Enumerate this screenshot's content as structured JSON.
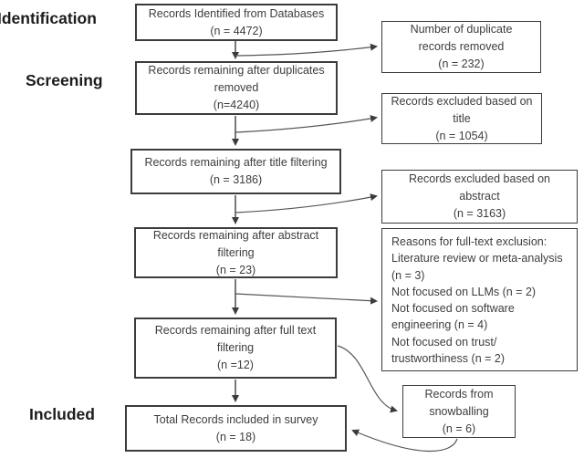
{
  "stages": {
    "identification": "Identification",
    "screening": "Screening",
    "included": "Included"
  },
  "boxes": {
    "identified": {
      "lines": [
        "Records Identified from Databases",
        "(n = 4472)"
      ]
    },
    "after_duplicates": {
      "lines": [
        "Records remaining after duplicates",
        "removed",
        "(n=4240)"
      ]
    },
    "after_title": {
      "lines": [
        "Records remaining after title filtering",
        "(n = 3186)"
      ]
    },
    "after_abstract": {
      "lines": [
        "Records remaining after abstract",
        "filtering",
        "(n = 23)"
      ]
    },
    "after_fulltext": {
      "lines": [
        "Records remaining after full text",
        "filtering",
        "(n =12)"
      ]
    },
    "total_included": {
      "lines": [
        "Total Records included in survey",
        "(n = 18)"
      ]
    },
    "duplicates_removed": {
      "lines": [
        "Number of duplicate",
        "records removed",
        "(n = 232)"
      ]
    },
    "excluded_title": {
      "lines": [
        "Records excluded based on",
        "title",
        "(n = 1054)"
      ]
    },
    "excluded_abstract": {
      "lines": [
        "Records excluded based on",
        "abstract",
        "(n = 3163)"
      ]
    },
    "fulltext_reasons": {
      "lines": [
        "Reasons for full-text exclusion:",
        "Literature review or meta-analysis",
        "(n = 3)",
        "Not focused on LLMs (n = 2)",
        "Not focused on software",
        "engineering (n = 4)",
        "Not focused on trust/",
        "trustworthiness (n = 2)"
      ]
    },
    "snowballing": {
      "lines": [
        "Records from",
        "snowballing",
        "(n = 6)"
      ]
    }
  },
  "colors": {
    "box_border": "#3c3c3c",
    "text": "#3d3d3d",
    "stage_label": "#1c1c1c",
    "arrow": "#4a4a4a",
    "background": "#ffffff"
  }
}
